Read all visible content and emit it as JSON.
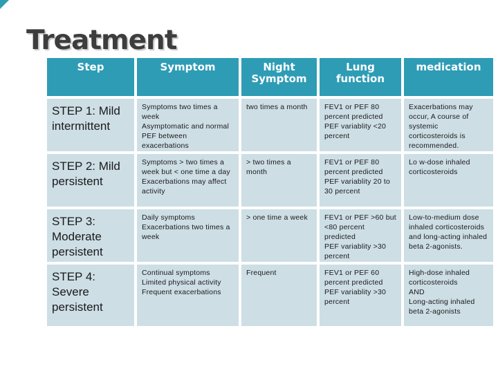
{
  "slide": {
    "title": "Treatment"
  },
  "colors": {
    "accent_teal": "#2E9CB5",
    "cell_background": "#CDDEE5",
    "title_text": "#3D3D3D",
    "header_text": "#FFFFFF",
    "body_text": "#1A1A1A"
  },
  "table": {
    "headers": [
      "Step",
      "Symptom",
      "Night Symptom",
      "Lung function",
      "medication"
    ],
    "rows": [
      {
        "step": "STEP 1: Mild intermittent",
        "symptom": "Symptoms two times a week\nAsymptomatic and normal PEF between exacerbations",
        "night_symptom": "two times a month",
        "lung_function": "FEV1 or PEF 80 percent predicted\nPEF variablity <20 percent",
        "medication": "Exacerbations may occur, A course of systemic corticosteroids is recommended."
      },
      {
        "step": "STEP 2: Mild persistent",
        "symptom": "Symptoms > two times a week but < one time a day\nExacerbations may affect activity",
        "night_symptom": "> two times a month",
        "lung_function": "FEV1 or PEF 80 percent predicted\nPEF variablity 20 to 30 percent",
        "medication": "Lo w-dose inhaled corticosteroids"
      },
      {
        "step": "STEP 3: Moderate persistent",
        "symptom": "Daily symptoms\nExacerbations two times a week",
        "night_symptom": "> one time a week",
        "lung_function": "FEV1 or PEF >60 but <80 percent predicted\nPEF variablity >30 percent",
        "medication": "Low-to-medium dose inhaled corticosteroids and long-acting inhaled beta 2-agonists."
      },
      {
        "step": "STEP 4: Severe persistent",
        "symptom": "Continual symptoms\nLimited physical activity\nFrequent exacerbations",
        "night_symptom": "Frequent",
        "lung_function": "FEV1 or PEF 60 percent predicted\nPEF variablity >30 percent",
        "medication": "High-dose inhaled corticosteroids\nAND\nLong-acting inhaled beta 2-agonists"
      }
    ]
  }
}
